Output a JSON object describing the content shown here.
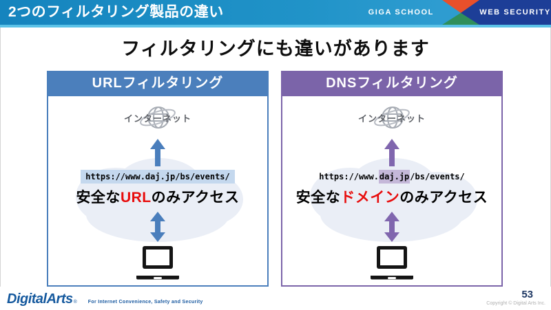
{
  "header": {
    "title": "2つのフィルタリング製品の違い",
    "badge_giga": "GIGA SCHOOL",
    "badge_web": "WEB SECURITY"
  },
  "main": {
    "title": "フィルタリングにも違いがあります",
    "panels": [
      {
        "header": "URLフィルタリング",
        "internet_label": "インターネット",
        "url_pre": "",
        "url_highlight": "https://www.daj.jp/bs/events/",
        "url_post": "",
        "caption_pre": "安全な",
        "caption_em": "URL",
        "caption_post": "のみアクセス"
      },
      {
        "header": "DNSフィルタリング",
        "internet_label": "インターネット",
        "url_pre": "https://www.",
        "url_highlight": "daj.jp",
        "url_post": "/bs/events/",
        "caption_pre": "安全な",
        "caption_em": "ドメイン",
        "caption_post": "のみアクセス"
      }
    ]
  },
  "footer": {
    "logo": "DigitalArts",
    "logo_mark": "®",
    "tagline": "For Internet Convenience, Safety and Security",
    "page_number": "53",
    "copyright": "Copyright © Digital Arts Inc."
  },
  "colors": {
    "header_bar_blue": "#1584be",
    "giga_light_blue": "#2e9cd0",
    "web_navy": "#1d3e97",
    "diamond_orange": "#e8502b",
    "diamond_green": "#2f8f5b",
    "header_underline": "#5bc2e7",
    "url_panel_accent": "#4b7fbc",
    "dns_panel_accent": "#7b64a9",
    "url_highlight_bg": "#c4d8ee",
    "dns_highlight_bg": "#c5b8d9",
    "emphasis_red": "#e80c0c",
    "logo_blue": "#15599e",
    "page_number_navy": "#1f3864"
  },
  "icons": {
    "internet": "globe-orbit-icon",
    "device": "laptop-icon",
    "upstream": "arrow-up-icon",
    "bidirectional": "arrow-up-down-icon"
  }
}
